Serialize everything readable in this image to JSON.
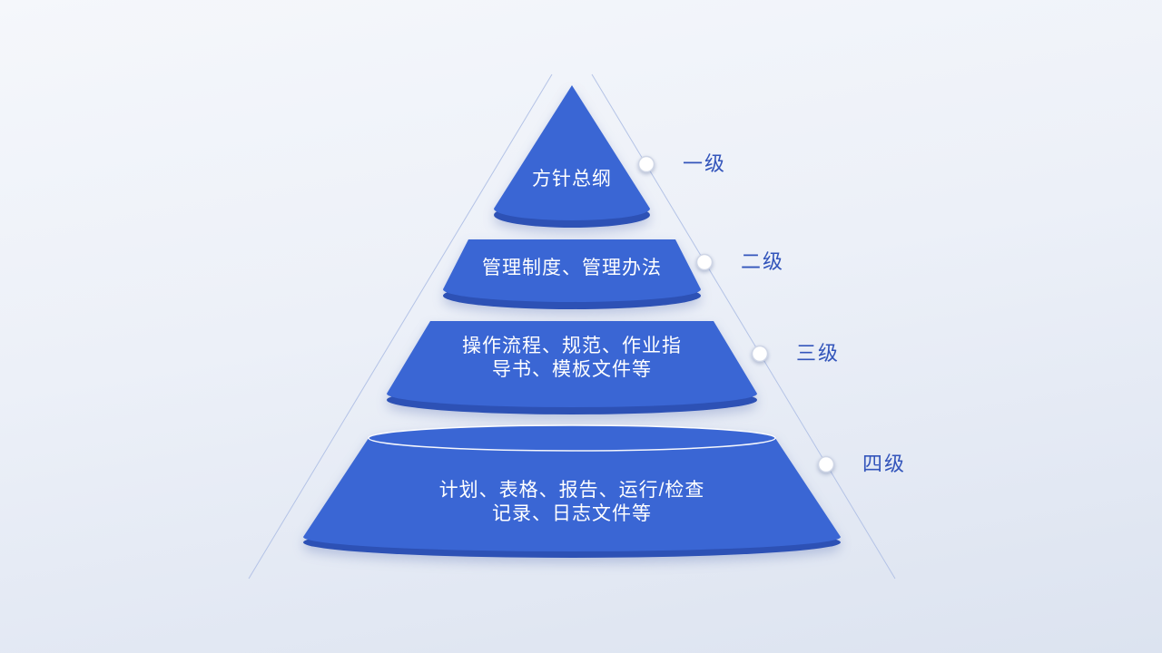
{
  "colors": {
    "pyramid-body": "#3a66d4",
    "pyramid-base": "#2d51b5",
    "side-label": "#3355bb",
    "guide-line": "#b4c3e6",
    "marker-border": "#cfd6e6",
    "level-text": "#ffffff",
    "bg-top": "#f5f7fb",
    "bg-mid": "#ecf0f8",
    "bg-bottom": "#dce3f0"
  },
  "pyramid": {
    "levels": [
      {
        "label": "一级",
        "lines": [
          "方针总纲"
        ]
      },
      {
        "label": "二级",
        "lines": [
          "管理制度、管理办法"
        ]
      },
      {
        "label": "三级",
        "lines": [
          "操作流程、规范、作业指",
          "导书、模板文件等"
        ]
      },
      {
        "label": "四级",
        "lines": [
          "计划、表格、报告、运行/检查",
          "记录、日志文件等"
        ]
      }
    ]
  }
}
